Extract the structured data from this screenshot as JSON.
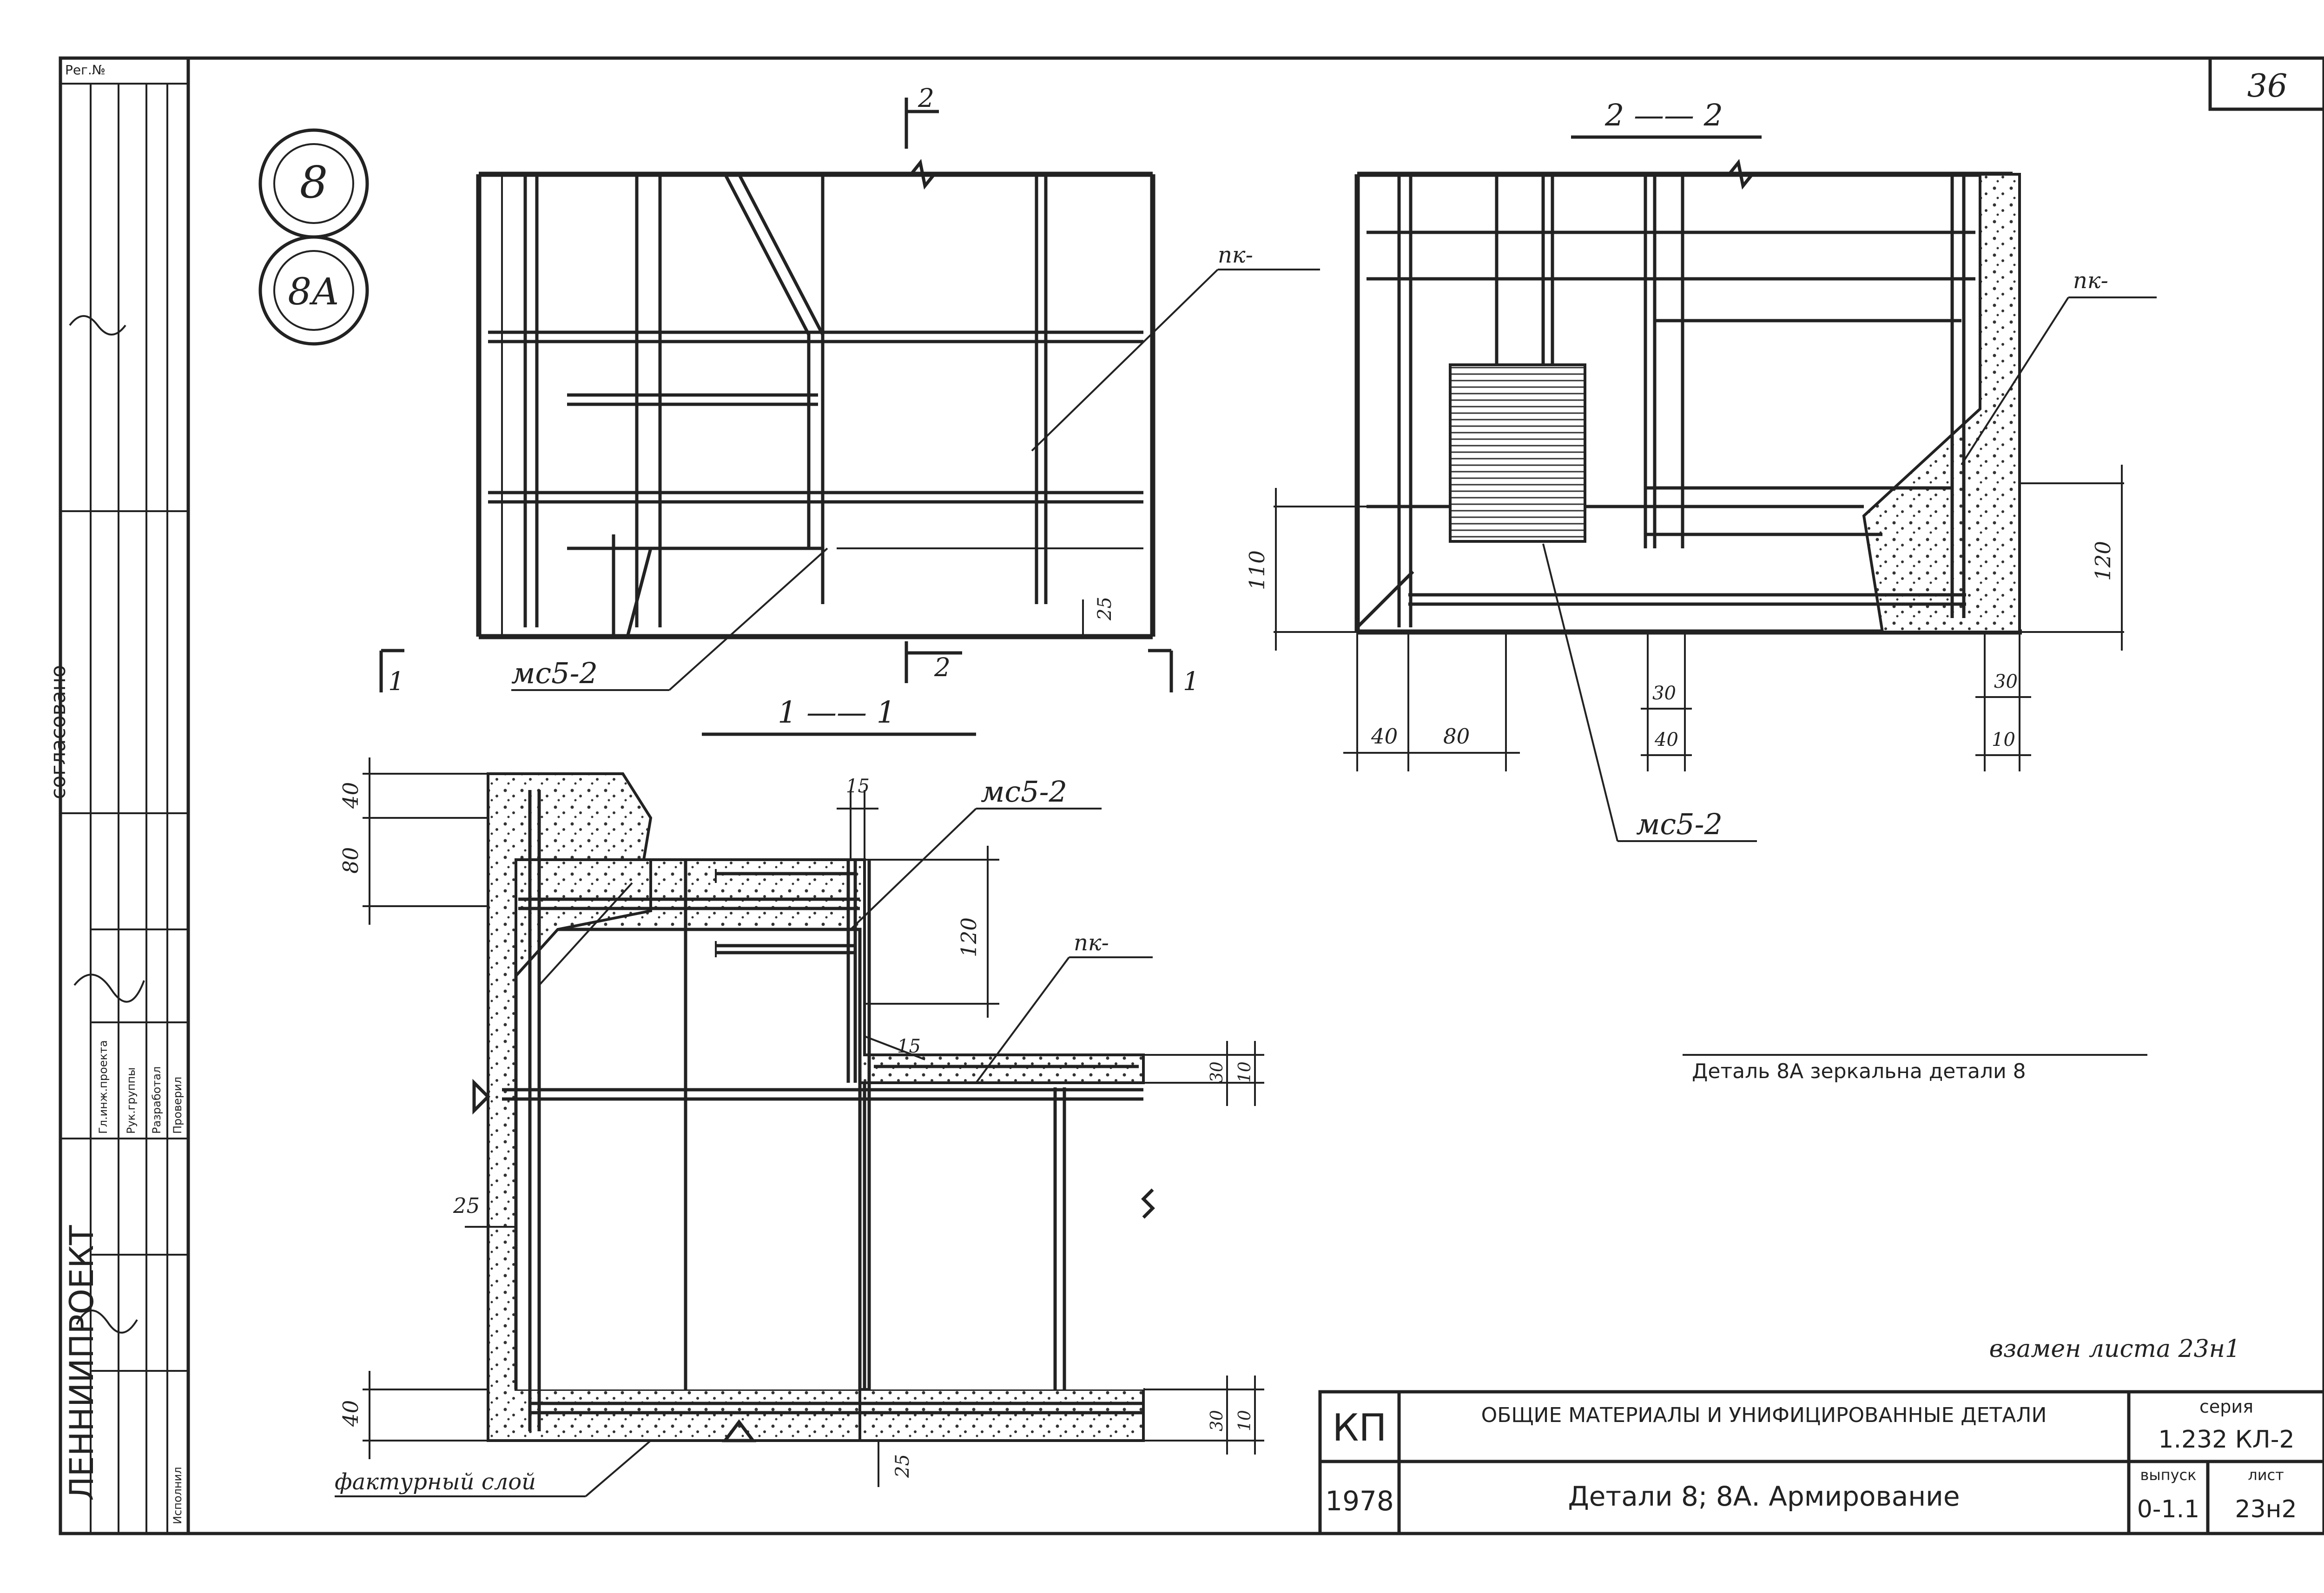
{
  "sheet": {
    "sheet_number": "36",
    "reg_label": "Рег.№",
    "replacement_note": "взамен листа 23н1"
  },
  "details": {
    "marker_main": "8",
    "marker_mirror": "8А"
  },
  "sections": {
    "section_1_1_title": "1 —— 1",
    "section_2_2_title": "2 —— 2",
    "cut_marker_1": "1",
    "cut_marker_2": "2"
  },
  "callouts": {
    "mc5_2": "мс5-2",
    "pk": "пк-",
    "texture_layer": "фактурный слой"
  },
  "dimensions": {
    "d10": "10",
    "d15": "15",
    "d25": "25",
    "d30": "30",
    "d40": "40",
    "d80": "80",
    "d110": "110",
    "d120": "120"
  },
  "note": "Деталь 8А зеркальна детали 8",
  "left_strip": {
    "org": "ЛЕННИИПРОЕКТ",
    "agreed": "согласовано",
    "roles": [
      "Гл.инж.проекта",
      "Рук.группы",
      "Разработал",
      "Проверил",
      "Исполнил"
    ]
  },
  "title_block": {
    "org_code": "КП",
    "year": "1978",
    "project_title": "ОБЩИЕ МАТЕРИАЛЫ И УНИФИЦИРОВАННЫЕ ДЕТАЛИ",
    "drawing_title": "Детали 8; 8А. Армирование",
    "series_label": "серия",
    "series_value": "1.232 КЛ-2",
    "issue_label": "выпуск",
    "issue_value": "0-1.1",
    "sheet_label": "лист",
    "sheet_value": "23н2"
  },
  "colors": {
    "ink": "#222222",
    "paper": "#ffffff"
  }
}
